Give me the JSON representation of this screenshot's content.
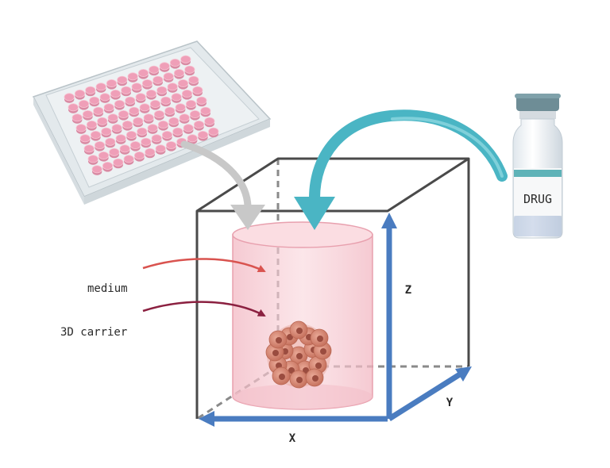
{
  "labels": {
    "medium": "medium",
    "carrier": "3D carrier",
    "drug": "DRUG",
    "axis_x": "X",
    "axis_y": "Y",
    "axis_z": "Z"
  },
  "colors": {
    "cube_edge": "#4a4a4a",
    "axis_blue": "#4a7cc0",
    "drug_arrow": "#4ab5c4",
    "plate_arrow": "#c8c8c8",
    "medium_arrow": "#d9534f",
    "carrier_arrow": "#8b2040",
    "cylinder_fill": "#f6c9d0",
    "spheroid": "#c97b68",
    "well": "#ef9fb8",
    "vial_cap": "#6e8d96",
    "vial_band": "#5fb3b8"
  },
  "icons": [
    "well-plate-icon",
    "drug-vial-icon",
    "spheroid-icon"
  ]
}
